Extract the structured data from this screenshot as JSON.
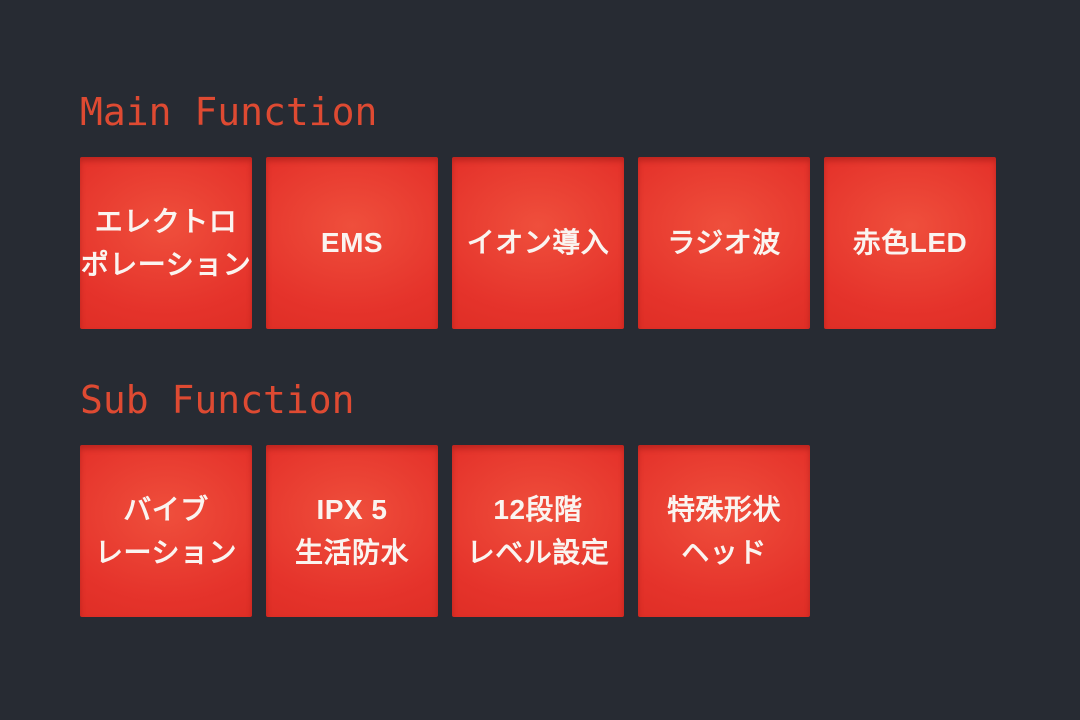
{
  "colors": {
    "bg": "#272b33",
    "accent": "#de4a32",
    "tile-red": "#e5332b",
    "tile-hi": "#ef4f3c",
    "tile-edge": "#d92a21",
    "tile-text": "#faf4f0"
  },
  "sections": {
    "main": {
      "title": "Main Function",
      "tiles": [
        {
          "label": "エレクトロ\nポレーション"
        },
        {
          "label": "EMS"
        },
        {
          "label": "イオン導入"
        },
        {
          "label": "ラジオ波"
        },
        {
          "label": "赤色LED"
        }
      ]
    },
    "sub": {
      "title": "Sub Function",
      "tiles": [
        {
          "label": "バイブ\nレーション"
        },
        {
          "label": "IPX 5\n生活防水"
        },
        {
          "label": "12段階\nレベル設定"
        },
        {
          "label": "特殊形状\nヘッド"
        }
      ]
    }
  }
}
